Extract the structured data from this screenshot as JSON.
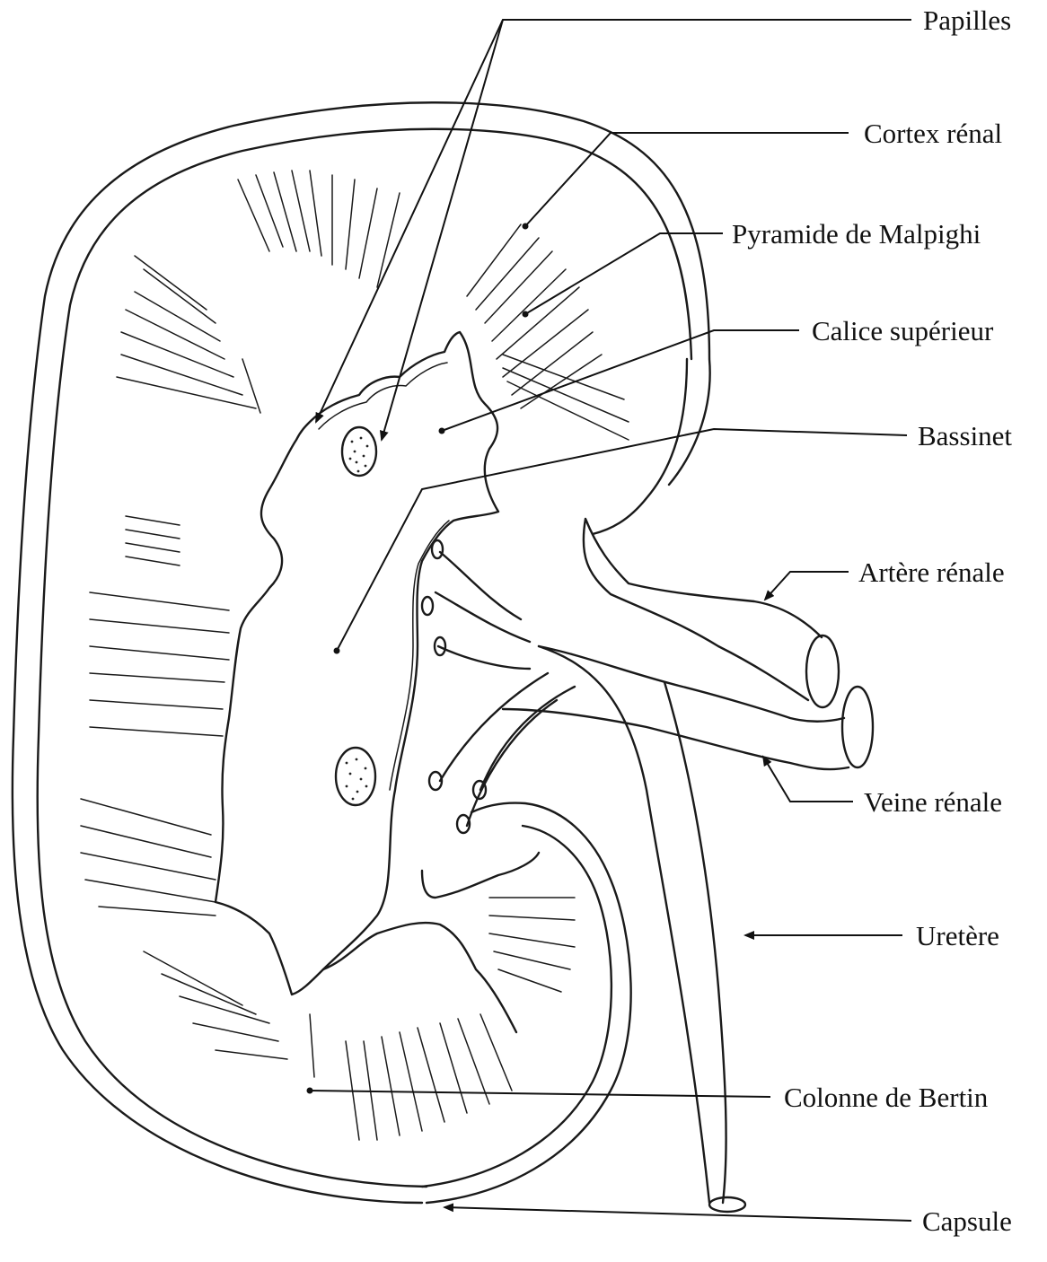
{
  "labels": {
    "papilles": "Papilles",
    "cortex": "Cortex rénal",
    "pyramide": "Pyramide de Malpighi",
    "calice": "Calice supérieur",
    "bassinet": "Bassinet",
    "artere": "Artère rénale",
    "veine": "Veine rénale",
    "uretere": "Uretère",
    "colonne": "Colonne de Bertin",
    "capsule": "Capsule"
  },
  "colors": {
    "ink": "#1a1a1a",
    "background": "#ffffff"
  }
}
